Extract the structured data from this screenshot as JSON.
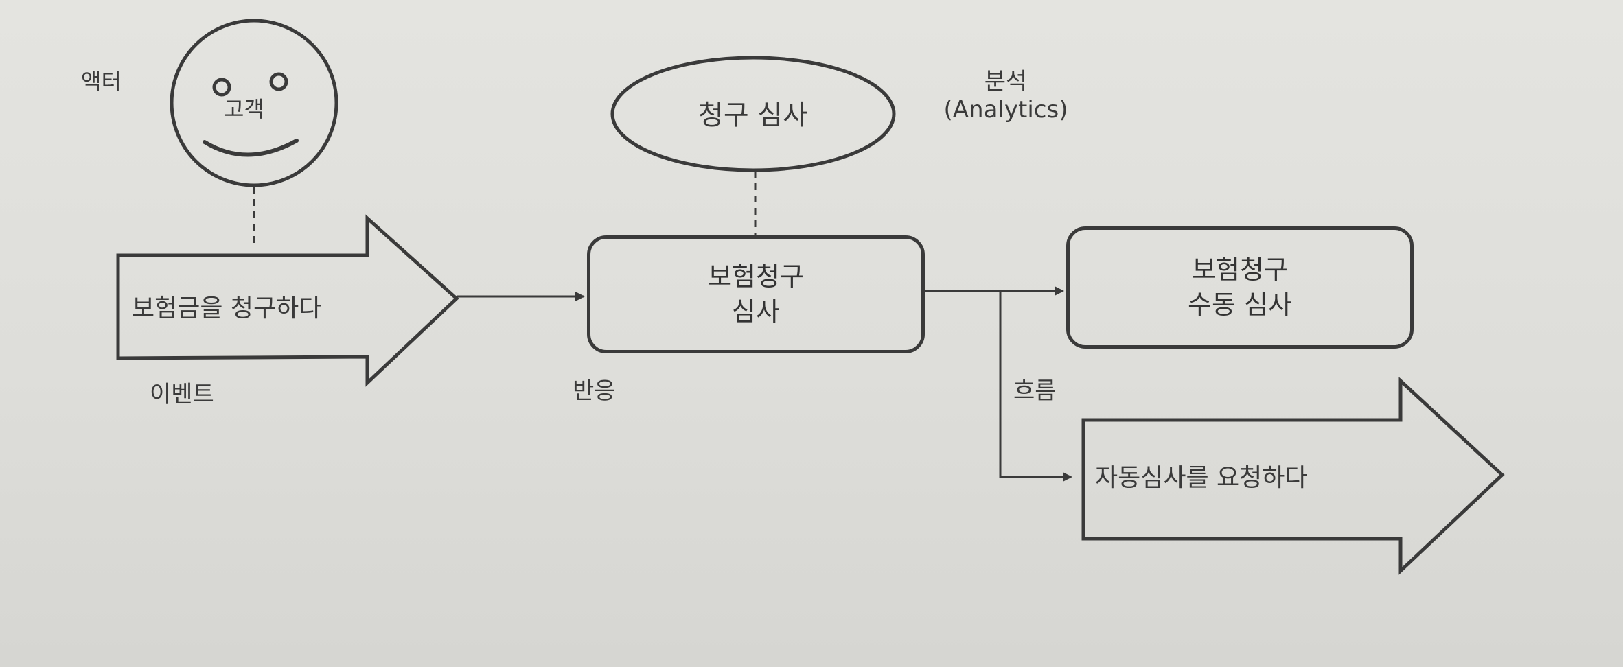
{
  "actor": {
    "caption": "액터",
    "name": "고객"
  },
  "event": {
    "arrow_text": "보험금을 청구하다",
    "caption": "이벤트"
  },
  "analytics": {
    "ellipse_text": "청구 심사",
    "caption_line1": "분석",
    "caption_line2": "(Analytics)"
  },
  "reaction": {
    "box_text": "보험청구\n심사",
    "caption": "반응"
  },
  "manual_review": {
    "box_text": "보험청구\n수동 심사"
  },
  "flow": {
    "caption": "흐름",
    "arrow_text": "자동심사를 요청하다"
  }
}
